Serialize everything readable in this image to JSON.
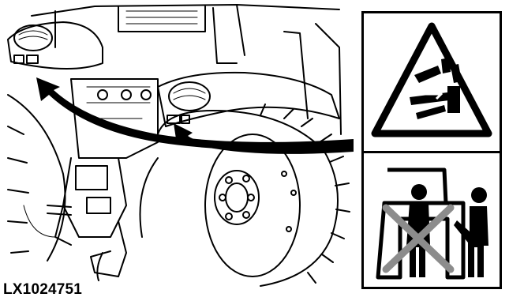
{
  "figure": {
    "id": "LX1024751"
  },
  "icons": {
    "warning": "crush-hazard-warning-triangle",
    "prohibition": "do-not-stand-between-tractor-and-implement"
  },
  "colors": {
    "ink": "#000000",
    "background": "#ffffff",
    "prohibition_cross": "#8c8c8c"
  }
}
